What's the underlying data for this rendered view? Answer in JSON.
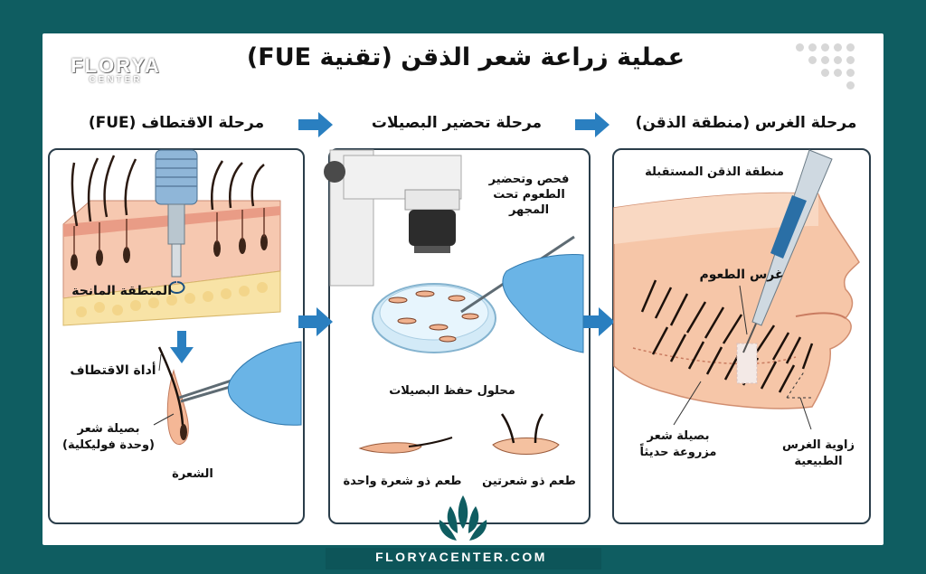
{
  "brand": {
    "logo_main": "FLORYA",
    "logo_sub": "CENTER",
    "website": "FLORYACENTER.COM"
  },
  "title": "عملية زراعة شعر الذقن (تقنية FUE)",
  "stages": {
    "extraction": "مرحلة الاقتطاف (FUE)",
    "preparation": "مرحلة تحضير البصيلات",
    "implantation": "مرحلة الغرس (منطقة الذقن)"
  },
  "labels": {
    "donor_area": "المنطقة المانحة",
    "extraction_tool": "أداة الاقتطاف",
    "follicle_line1": "بصيلة شعر",
    "follicle_line2": "(وحدة فوليكلية)",
    "hair": "الشعرة",
    "exam_line1": "فحص وتحضير",
    "exam_line2": "الطعوم تحت",
    "exam_line3": "المجهر",
    "solution": "محلول حفظ البصيلات",
    "single_graft": "طعم ذو شعرة واحدة",
    "double_graft": "طعم ذو شعرتين",
    "recipient_area": "منطقة الذقن المستقبلة",
    "implant_grafts": "غرس الطعوم",
    "implanted_line1": "بصيلة شعر",
    "implanted_line2": "مزروعة حديثاً",
    "angle_line1": "زاوية الغرس",
    "angle_line2": "الطبيعية"
  },
  "colors": {
    "frame": "#0f5d61",
    "arrow": "#2a7fc0",
    "panel_border": "#2a3d4a",
    "skin": "#f4c6a8",
    "glove": "#6ab4e6"
  }
}
